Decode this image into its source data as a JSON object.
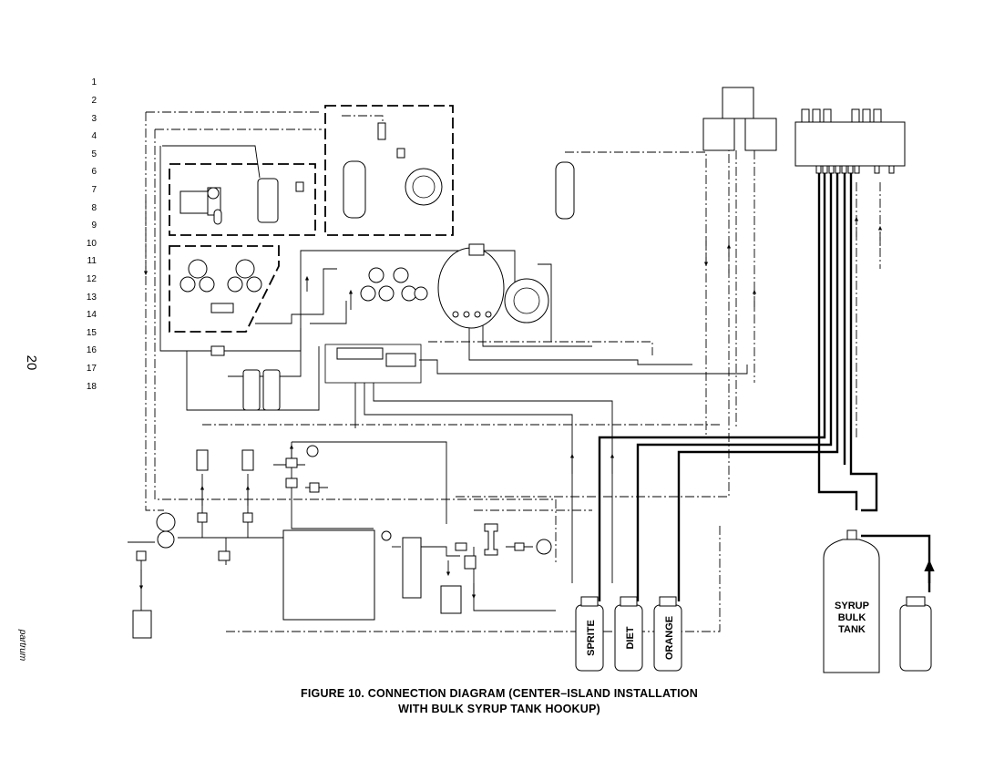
{
  "page_number": "20",
  "side_text": "partrum",
  "legend_numbers": [
    "1",
    "2",
    "3",
    "4",
    "5",
    "6",
    "7",
    "8",
    "9",
    "10",
    "11",
    "12",
    "13",
    "14",
    "15",
    "16",
    "17",
    "18"
  ],
  "tanks": [
    {
      "label": "SPRITE"
    },
    {
      "label": "DIET"
    },
    {
      "label": "ORANGE"
    }
  ],
  "bulk_tank": {
    "line1": "SYRUP",
    "line2": "BULK",
    "line3": "TANK"
  },
  "caption": {
    "line1": "FIGURE 10. CONNECTION DIAGRAM (CENTER–ISLAND INSTALLATION",
    "line2": "WITH BULK SYRUP TANK HOOKUP)"
  }
}
